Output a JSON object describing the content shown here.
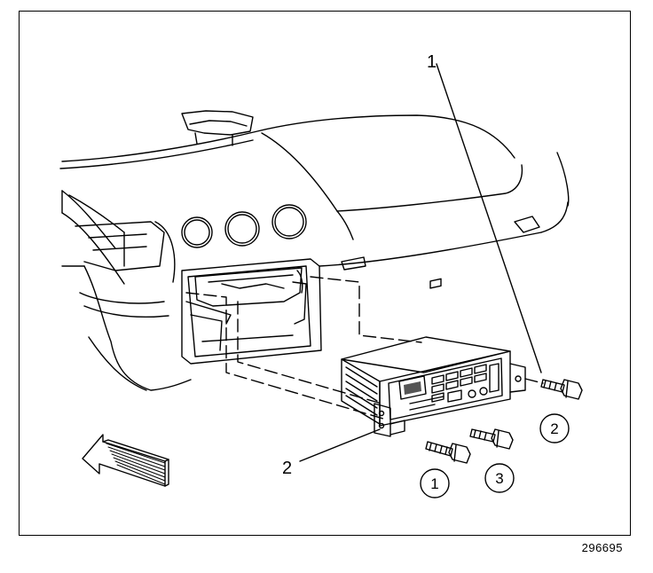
{
  "callouts": {
    "bracket_label": "1",
    "radio_label": "2"
  },
  "fasteners": {
    "bolt_lower_left": "1",
    "bolt_right": "2",
    "bolt_lower_right": "3"
  },
  "figure_id": "296695"
}
